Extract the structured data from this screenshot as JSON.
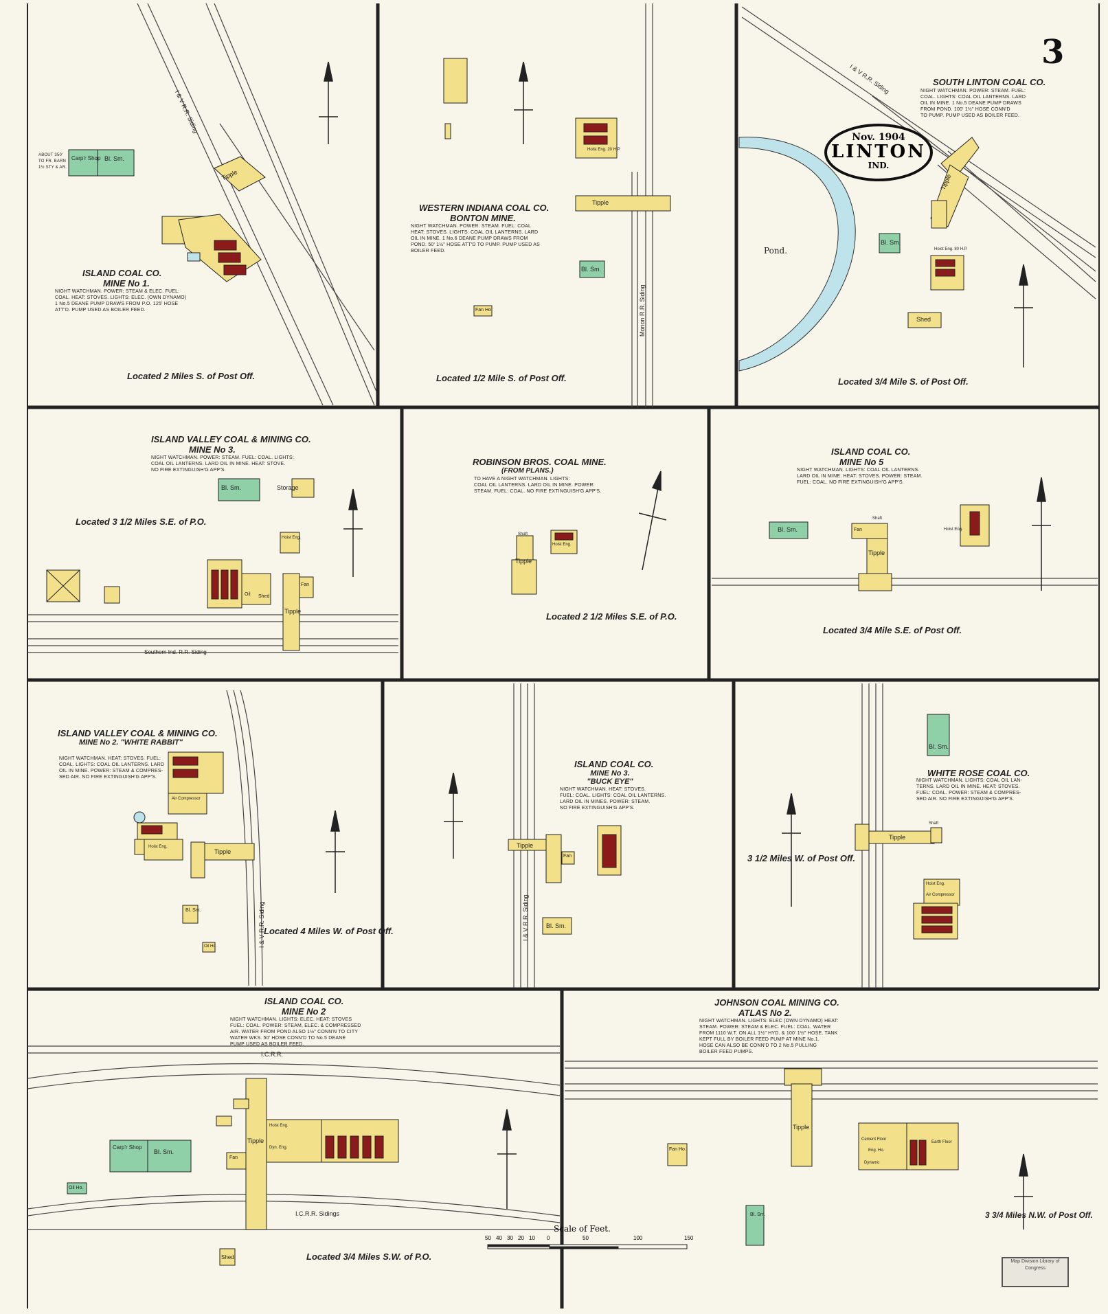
{
  "sheet": {
    "page_number": "3",
    "town": "LINTON",
    "state": "IND.",
    "date": "Nov. 1904",
    "stamp_text": "Map Division Library of Congress"
  },
  "colors": {
    "brick": "#f2e08a",
    "frame": "#f2e08a",
    "stone": "#8fd0a8",
    "boiler": "#8b1a1a",
    "water": "#bfe3ea",
    "rail": "#444444"
  },
  "panels": [
    {
      "id": "p1",
      "title": "ISLAND COAL CO.",
      "subtitle": "MINE No 1.",
      "note": "NIGHT WATCHMAN. POWER: STEAM & ELEC. FUEL:\nCOAL. HEAT: STOVES. LIGHTS: ELEC. (OWN DYNAMO)\n1 No.5 DEANE PUMP DRAWS FROM P.O. 125' HOSE\nATT'D. PUMP USED AS BOILER FEED.",
      "location": "Located 2 Miles S. of Post Off.",
      "labels": [
        "I & V R.R. Siding",
        "Carp'r Shop",
        "Bl. Sm.",
        "Tipple",
        "ABOUT 350' TO FR. BARN 1½ STY & AR."
      ]
    },
    {
      "id": "p2",
      "title": "WESTERN INDIANA COAL CO.",
      "subtitle": "BONTON MINE.",
      "note": "NIGHT WATCHMAN. POWER: STEAM. FUEL: COAL\nHEAT: STOVES. LIGHTS: COAL OIL LANTERNS. LARD\nOIL IN MINE. 1 No.6 DEANE PUMP DRAWS FROM\nPOND. 50' 1½\" HOSE ATT'D TO PUMP. PUMP USED AS\nBOILER FEED.",
      "location": "Located 1/2 Mile S. of Post Off.",
      "labels": [
        "Monon R.R. Siding",
        "Tipple",
        "Bl. Sm.",
        "Fan Ho.",
        "Hoist Eng. 20 H.P."
      ]
    },
    {
      "id": "p3",
      "title": "SOUTH LINTON COAL CO.",
      "subtitle": "",
      "note": "NIGHT WATCHMAN. POWER: STEAM. FUEL:\nCOAL. LIGHTS: COAL OIL LANTERNS. LARD\nOIL IN MINE. 1 No.5 DEANE PUMP DRAWS\nFROM POND. 100' 1½\" HOSE CONN'D\nTO PUMP. PUMP USED AS BOILER FEED.",
      "location": "Located 3/4 Mile S. of Post Off.",
      "labels": [
        "I & V R.R. Siding",
        "Pond.",
        "Tipple",
        "Bl. Sm.",
        "Shed",
        "Hoist Eng. 80 H.P."
      ]
    },
    {
      "id": "p4",
      "title": "ISLAND VALLEY COAL & MINING CO.",
      "subtitle": "MINE No 3.",
      "note": "NIGHT WATCHMAN. POWER: STEAM. FUEL: COAL. LIGHTS:\nCOAL OIL LANTERNS. LARD OIL IN MINE. HEAT: STOVE.\nNO FIRE EXTINGUISH'G APP'S.",
      "location": "Located 3 1/2 Miles S.E. of P.O.",
      "labels": [
        "Southern Ind. R.R. Siding",
        "Bl. Sm.",
        "Storage",
        "Tipple",
        "Hoist Eng.",
        "Oil",
        "Shed",
        "Fan"
      ]
    },
    {
      "id": "p5",
      "title": "ROBINSON BROS. COAL MINE.",
      "subtitle": "(FROM PLANS.)",
      "note": "TO HAVE A NIGHT WATCHMAN. LIGHTS:\nCOAL OIL LANTERNS. LARD OIL IN MINE. POWER:\nSTEAM. FUEL: COAL. NO FIRE EXTINGUISH'G APP'S.",
      "location": "Located 2 1/2 Miles S.E. of P.O.",
      "labels": [
        "Tipple",
        "Hoist Eng.",
        "Shaft"
      ]
    },
    {
      "id": "p6",
      "title": "ISLAND COAL CO.",
      "subtitle": "MINE No 5",
      "note": "NIGHT WATCHMAN. LIGHTS: COAL OIL LANTERNS.\nLARD OIL IN MINE. HEAT: STOVES. POWER: STEAM.\nFUEL: COAL. NO FIRE EXTINGUISH'G APP'S.",
      "location": "Located 3/4 Mile S.E. of Post Off.",
      "labels": [
        "Bl. Sm.",
        "Tipple",
        "Fan",
        "Hoist Eng.",
        "Shaft"
      ]
    },
    {
      "id": "p7",
      "title": "ISLAND VALLEY COAL & MINING CO.",
      "subtitle": "MINE No 2. \"WHITE RABBIT\"",
      "note": "NIGHT WATCHMAN. HEAT: STOVES. FUEL:\nCOAL. LIGHTS: COAL OIL LANTERNS. LARD\nOIL IN MINE. POWER: STEAM & COMPRES-\nSED AIR. NO FIRE EXTINGUISH'G APP'S.",
      "location": "Located 4 Miles W. of Post Off.",
      "labels": [
        "I & V R.R. Siding",
        "Tipple",
        "Air Compressor",
        "Hoist Eng.",
        "Bl. Sm.",
        "Oil Ho."
      ]
    },
    {
      "id": "p8",
      "title": "ISLAND COAL CO.",
      "subtitle": "MINE No 3. \"BUCK EYE\"",
      "note": "NIGHT WATCHMAN. HEAT: STOVES.\nFUEL: COAL. LIGHTS: COAL OIL LANTERNS.\nLARD OIL IN MINES. POWER: STEAM.\nNO FIRE EXTINGUISH'G APP'S.",
      "location": "",
      "labels": [
        "I & V R.R. Siding",
        "Tipple",
        "Bl. Sm.",
        "Fan"
      ]
    },
    {
      "id": "p9",
      "title": "WHITE ROSE COAL CO.",
      "subtitle": "",
      "note": "NIGHT WATCHMAN. LIGHTS: COAL OIL LAN-\nTERNS. LARD OIL IN MINE. HEAT: STOVES.\nFUEL: COAL. POWER: STEAM & COMPRES-\nSED AIR. NO FIRE EXTINGUISH'G APP'S.",
      "location": "3 1/2 Miles W. of Post Off.",
      "labels": [
        "Bl. Sm.",
        "Tipple",
        "Hoist Eng.",
        "Air Compressor",
        "Shaft"
      ]
    },
    {
      "id": "p10",
      "title": "ISLAND COAL CO.",
      "subtitle": "MINE No 2",
      "note": "NIGHT WATCHMAN. LIGHTS: ELEC. HEAT: STOVES\nFUEL: COAL. POWER: STEAM, ELEC. & COMPRESSED\nAIR. WATER FROM POND ALSO 1½\" CONN'N TO CITY\nWATER WKS. 50' HOSE CONN'D TO No.5 DEANE\nPUMP USED AS BOILER FEED.",
      "location": "Located 3/4 Miles S.W. of P.O.",
      "labels": [
        "I.C.R.R.",
        "I.C.R.R. Sidings",
        "Carp'r Shop",
        "Bl. Sm.",
        "Tipple",
        "Fan",
        "Oil Ho.",
        "Shed",
        "Hoist Eng.",
        "Dyn. Eng."
      ]
    },
    {
      "id": "p11",
      "title": "JOHNSON COAL MINING CO.",
      "subtitle": "ATLAS No 2.",
      "note": "NIGHT WATCHMAN. LIGHTS: ELEC (OWN DYNAMO) HEAT:\nSTEAM. POWER: STEAM & ELEC. FUEL: COAL. WATER\nFROM 1110 W.T. ON ALL 1½\" HYD. & 100' 1½\" HOSE. TANK\nKEPT FULL BY BOILER FEED PUMP AT MINE No.1.\nHOSE CAN ALSO BE CONN'D TO 2 No.5 PULLING\nBOILER FEED PUMPS.",
      "location": "3 3/4 Miles N.W. of Post Off.",
      "labels": [
        "Tipple",
        "Fan Ho.",
        "Bl. Sm.",
        "Cement Floor",
        "Earth Floor",
        "Dynamo",
        "Eng. Ho."
      ]
    }
  ],
  "scale": {
    "title": "Scale of Feet.",
    "ticks": [
      "50",
      "40",
      "30",
      "20",
      "10",
      "0",
      "50",
      "100",
      "150"
    ]
  }
}
